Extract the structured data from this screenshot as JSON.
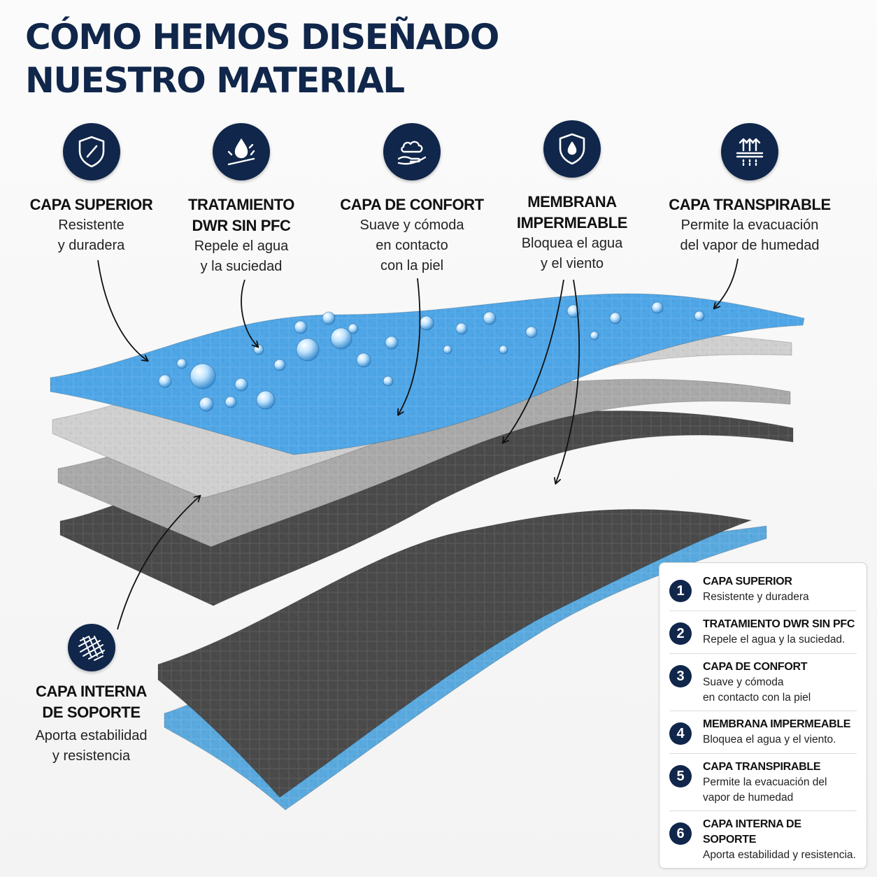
{
  "title": {
    "line1": "CÓMO HEMOS DISEÑADO",
    "line2": "NUESTRO MATERIAL"
  },
  "features": [
    {
      "icon": "shield-icon",
      "title": [
        "CAPA SUPERIOR"
      ],
      "desc": [
        "Resistente",
        "y duradera"
      ]
    },
    {
      "icon": "water-drop-repel-icon",
      "title": [
        "TRATAMIENTO",
        "DWR SIN PFC"
      ],
      "desc": [
        "Repele el agua",
        "y la suciedad"
      ]
    },
    {
      "icon": "cloud-hand-icon",
      "title": [
        "CAPA DE CONFORT"
      ],
      "desc": [
        "Suave y cómoda",
        "en contacto",
        "con la piel"
      ]
    },
    {
      "icon": "shield-drop-icon",
      "title": [
        "MEMBRANA",
        "IMPERMEABLE"
      ],
      "desc": [
        "Bloquea el agua",
        "y el viento"
      ]
    },
    {
      "icon": "breathable-arrows-icon",
      "title": [
        "CAPA TRANSPIRABLE"
      ],
      "desc": [
        "Permite la evacuación",
        "del vapor de humedad"
      ]
    }
  ],
  "support": {
    "icon": "mesh-icon",
    "title": [
      "CAPA INTERNA",
      "DE SOPORTE"
    ],
    "desc": [
      "Aporta estabilidad",
      "y resistencia"
    ]
  },
  "legend": [
    {
      "num": "1",
      "title": "CAPA SUPERIOR",
      "desc": [
        "Resistente y duradera"
      ]
    },
    {
      "num": "2",
      "title": "TRATAMIENTO DWR SIN PFC",
      "desc": [
        "Repele el agua y la suciedad."
      ]
    },
    {
      "num": "3",
      "title": "CAPA DE CONFORT",
      "desc": [
        "Suave y cómoda",
        "en contacto con la piel"
      ]
    },
    {
      "num": "4",
      "title": "MEMBRANA IMPERMEABLE",
      "desc": [
        "Bloquea el agua y el viento."
      ]
    },
    {
      "num": "5",
      "title": "CAPA TRANSPIRABLE",
      "desc": [
        "Permite la evacuación del",
        "vapor de humedad"
      ]
    },
    {
      "num": "6",
      "title": "CAPA INTERNA DE SOPORTE",
      "desc": [
        "Aporta estabilidad y resistencia."
      ]
    }
  ],
  "colors": {
    "navy": "#10264a",
    "top_layer": "#4fa6e6",
    "light_gray": "#cfcfcf",
    "mid_gray": "#a9a9a9",
    "dark_gray": "#4a4a4a",
    "support_blue": "#5aa9de"
  }
}
